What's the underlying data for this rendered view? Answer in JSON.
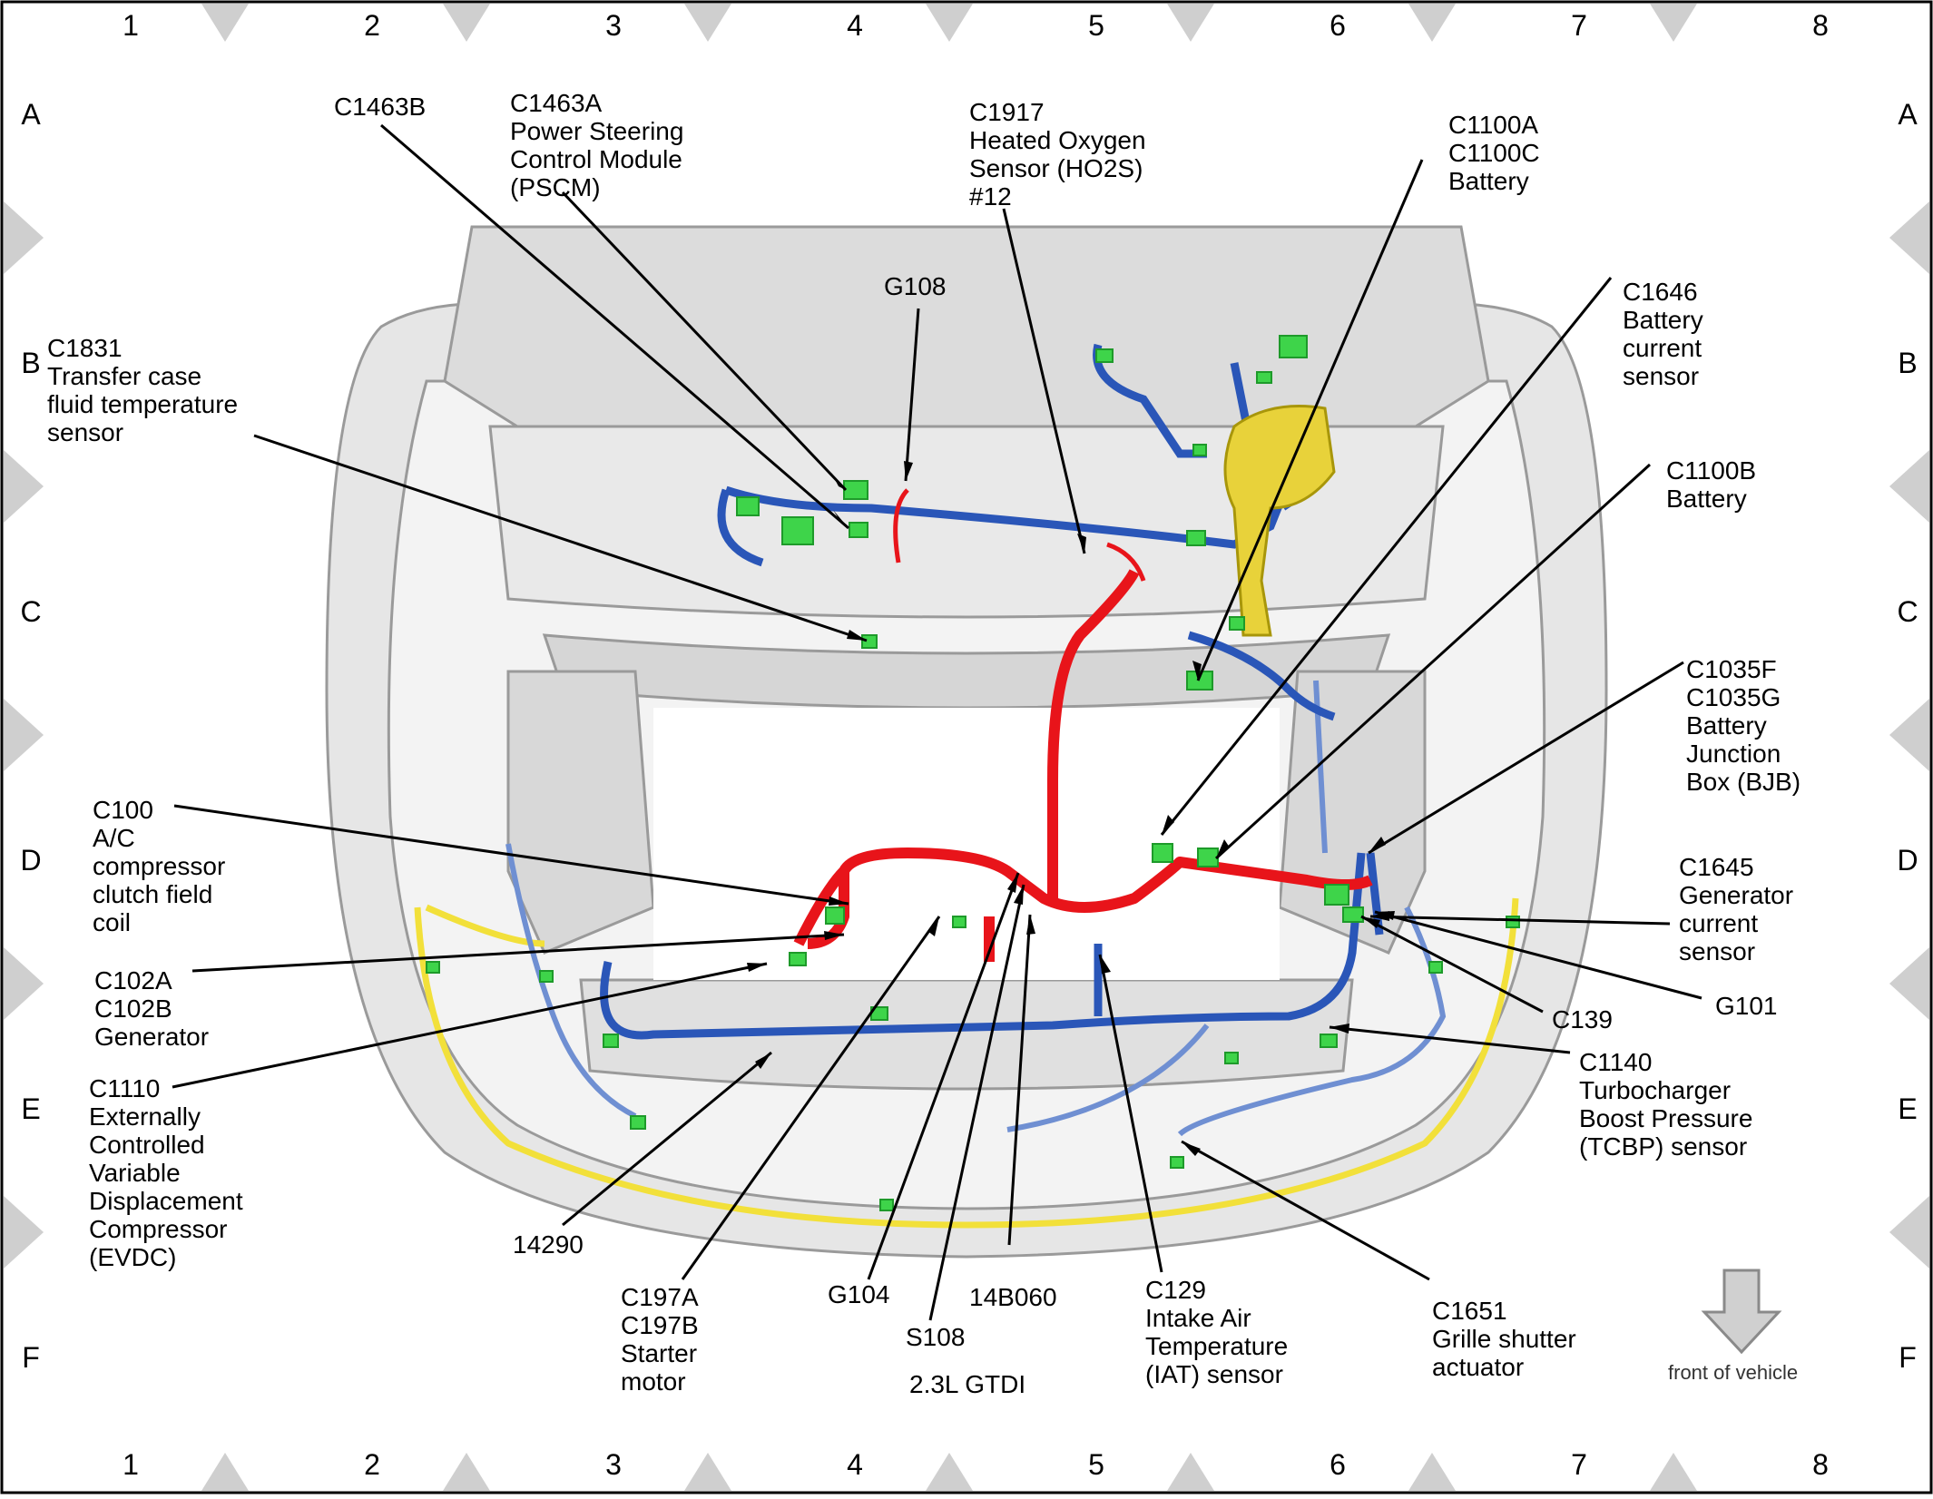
{
  "grid": {
    "columns": [
      "1",
      "2",
      "3",
      "4",
      "5",
      "6",
      "7",
      "8"
    ],
    "rows": [
      "A",
      "B",
      "C",
      "D",
      "E",
      "F"
    ]
  },
  "title": "2.3L GTDI",
  "front_label": "front of vehicle",
  "colors": {
    "harness_red": "#e8141a",
    "harness_blue": "#2a56b8",
    "harness_light_blue": "#6f8fd2",
    "harness_yellow": "#f2e03a",
    "connector_green": "#3ed44a",
    "body_gray": "#e4e4e4",
    "outline_gray": "#9a9a9a",
    "battery_yellow": "#e8d23a"
  },
  "labels": {
    "c1463b": "C1463B",
    "c1463a": "C1463A\nPower Steering\nControl Module\n(PSCM)",
    "c1917": "C1917\nHeated Oxygen\nSensor (HO2S)\n#12",
    "c1100a": "C1100A\nC1100C\nBattery",
    "g108": "G108",
    "c1831": "C1831\nTransfer case\nfluid temperature\nsensor",
    "c1646": "C1646\nBattery\ncurrent\nsensor",
    "c1100b": "C1100B\nBattery",
    "c1035": "C1035F\nC1035G\nBattery\nJunction\nBox (BJB)",
    "c100": "C100\nA/C\ncompressor\nclutch field\ncoil",
    "c1645": "C1645\nGenerator\ncurrent\nsensor",
    "c102": "C102A\nC102B\nGenerator",
    "g101": "G101",
    "c139": "C139",
    "c1110": "C1110\nExternally\nControlled\nVariable\nDisplacement\nCompressor\n(EVDC)",
    "c1140": "C1140\nTurbocharger\nBoost Pressure\n(TCBP) sensor",
    "n14290": "14290",
    "c197": "C197A\nC197B\nStarter\nmotor",
    "g104": "G104",
    "s108": "S108",
    "n14b060": "14B060",
    "c129": "C129\nIntake Air\nTemperature\n(IAT) sensor",
    "c1651": "C1651\nGrille shutter\nactuator"
  }
}
